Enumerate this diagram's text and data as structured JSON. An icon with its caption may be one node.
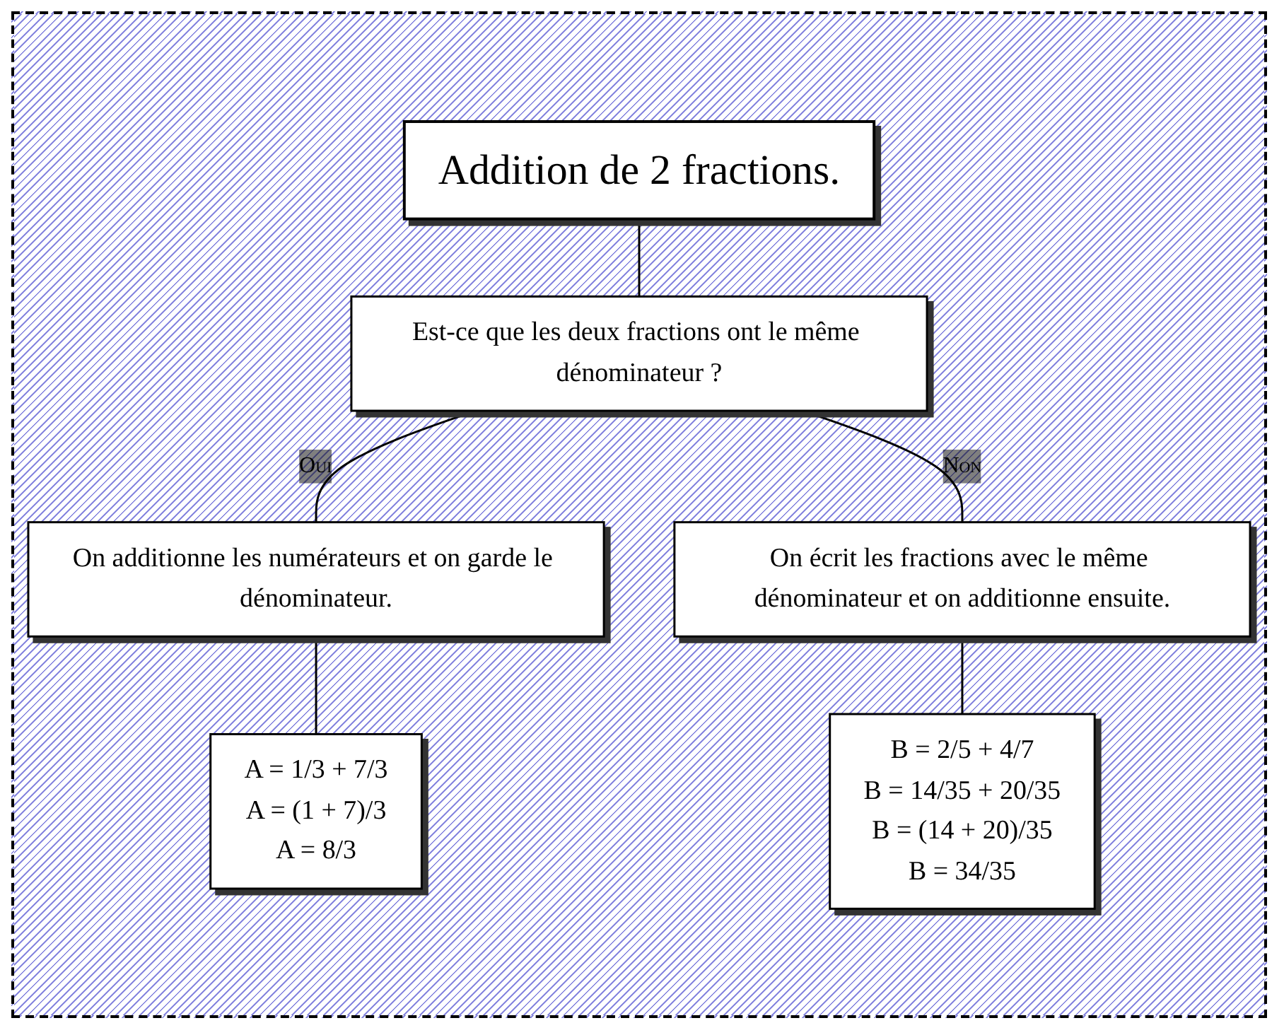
{
  "diagram": {
    "nodes": [
      {
        "text": [
          "Addition de 2 fractions."
        ]
      },
      {
        "text": [
          "Est-ce que les deux fractions ont le même dénominateur ?"
        ]
      },
      {
        "text": [
          "On additionne les numérateurs et on garde le dénominateur."
        ]
      },
      {
        "text": [
          "On écrit les fractions avec le même dénominateur et on additionne ensuite."
        ]
      },
      {
        "text": [
          "A = 1/3 + 7/3",
          "A = (1 + 7)/3",
          "A = 8/3"
        ]
      },
      {
        "text": [
          "B = 2/5 + 4/7",
          "B = 14/35 + 20/35",
          "B = (14 + 20)/35",
          "B = 34/35"
        ]
      }
    ],
    "edges": [
      {
        "from": 0,
        "to": 1,
        "arrow": "none"
      },
      {
        "from": 1,
        "to": 2,
        "arrow": "none",
        "label": "Oui"
      },
      {
        "from": 1,
        "to": 3,
        "arrow": "none",
        "label": "Non"
      },
      {
        "from": 2,
        "to": 4,
        "arrow": "none"
      },
      {
        "from": 3,
        "to": 5,
        "arrow": "none"
      }
    ]
  }
}
